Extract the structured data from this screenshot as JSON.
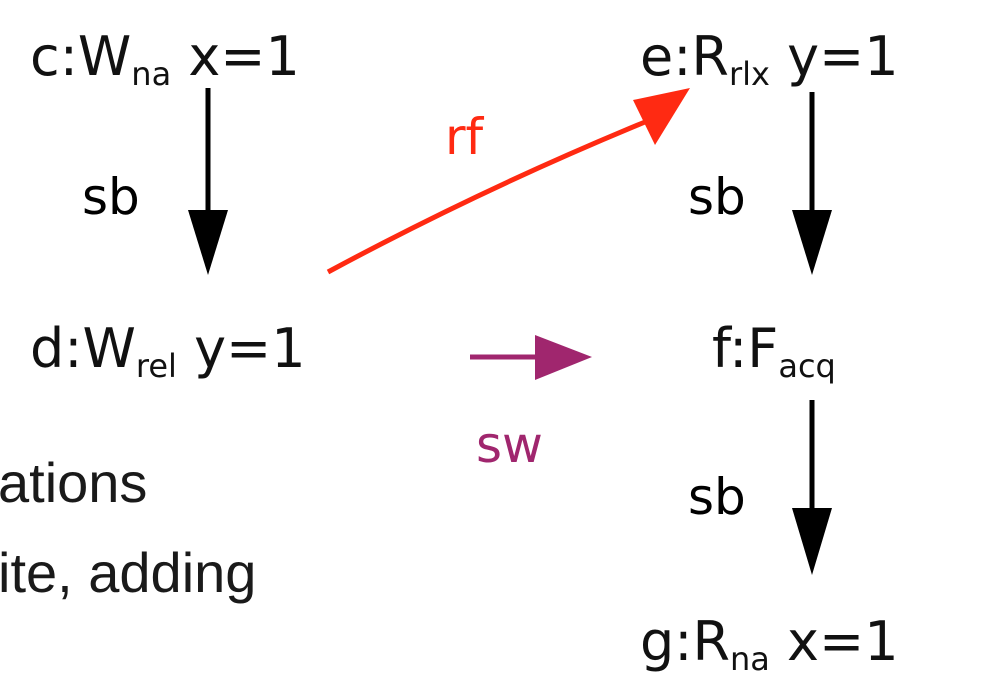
{
  "nodes": {
    "c": {
      "prefix": "c:W",
      "sub": "na",
      "suffix": " x=1"
    },
    "d": {
      "prefix": "d:W",
      "sub": "rel",
      "suffix": " y=1"
    },
    "e": {
      "prefix": "e:R",
      "sub": "rlx",
      "suffix": " y=1"
    },
    "f": {
      "prefix": "f:F",
      "sub": "acq",
      "suffix": ""
    },
    "g": {
      "prefix": "g:R",
      "sub": "na",
      "suffix": " x=1"
    }
  },
  "edges": {
    "c_d": "sb",
    "e_f": "sb",
    "f_g": "sb",
    "d_e": "rf",
    "d_f": "sw"
  },
  "colors": {
    "sb": "#000000",
    "rf": "#ff2a12",
    "sw": "#a0266e"
  },
  "background_text": {
    "line1": "ations",
    "line2": "ite, adding"
  }
}
